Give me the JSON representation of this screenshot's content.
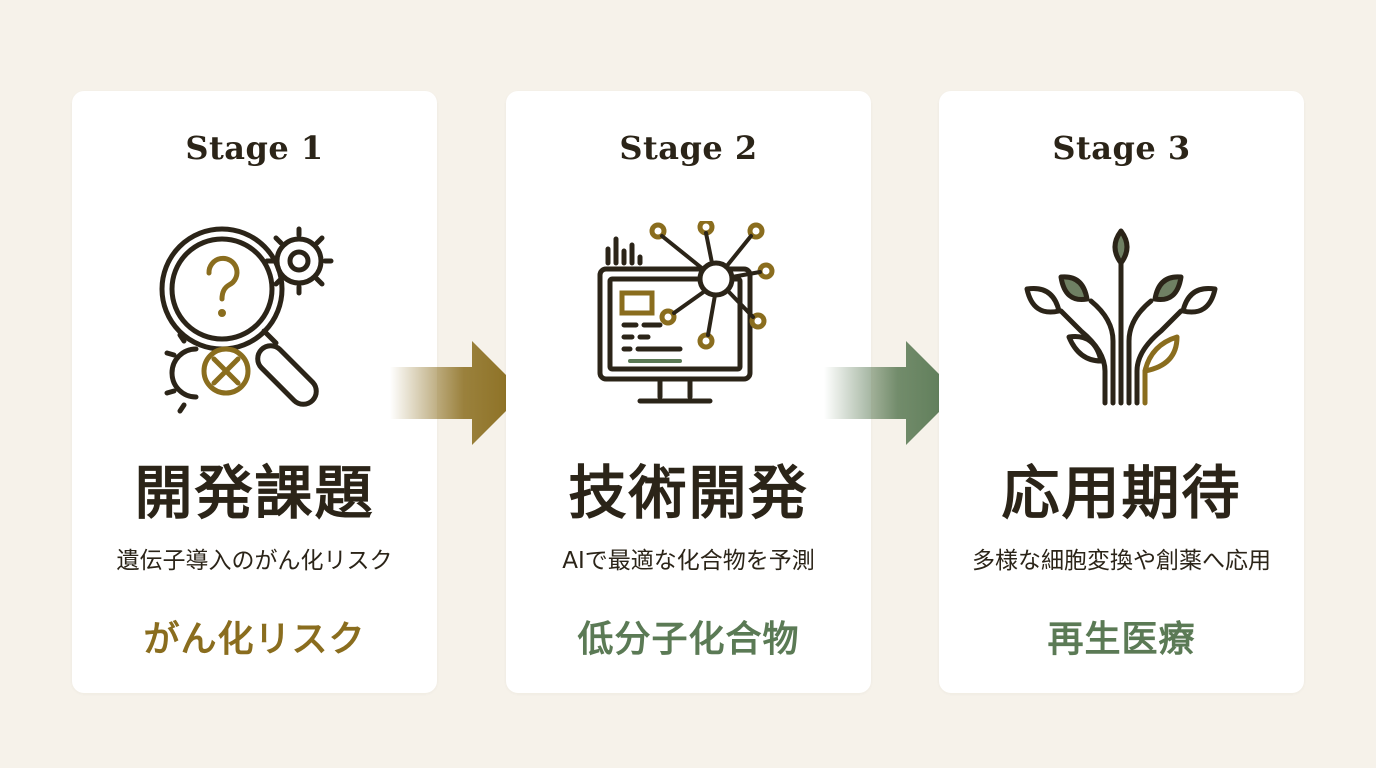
{
  "colors": {
    "background": "#f6f2ea",
    "card": "#ffffff",
    "dark": "#2b2418",
    "gold": "#8a6d1e",
    "green": "#5b7a55",
    "leaf_green": "#6f8063"
  },
  "stages": [
    {
      "label": "Stage 1",
      "icon": "magnifier-gears-icon",
      "title": "開発課題",
      "description": "遺伝子導入のがん化リスク",
      "keyword": "がん化リスク",
      "keyword_color": "#8a6d1e"
    },
    {
      "label": "Stage 2",
      "icon": "computer-network-icon",
      "title": "技術開発",
      "description": "AIで最適な化合物を予測",
      "keyword": "低分子化合物",
      "keyword_color": "#5b7a55"
    },
    {
      "label": "Stage 3",
      "icon": "plant-sprout-icon",
      "title": "応用期待",
      "description": "多様な細胞変換や創薬へ応用",
      "keyword": "再生医療",
      "keyword_color": "#5b7a55"
    }
  ],
  "arrows": [
    {
      "icon": "arrow-right-icon",
      "color": "#8a6d1e"
    },
    {
      "icon": "arrow-right-icon",
      "color": "#5b7a55"
    }
  ]
}
